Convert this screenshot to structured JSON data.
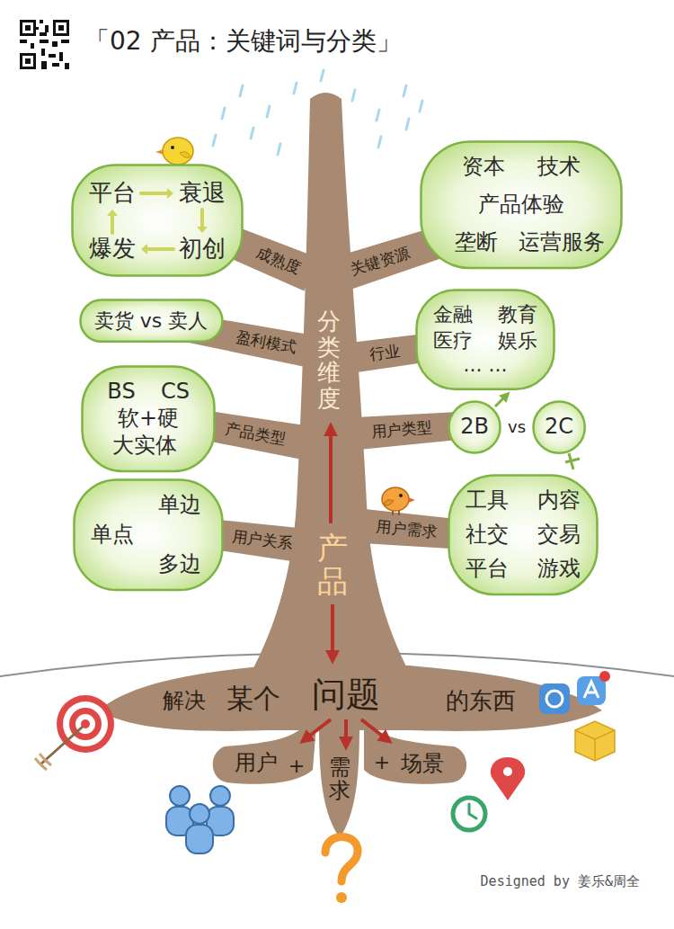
{
  "diagram": {
    "title": "「02 产品：关键词与分类」",
    "nodes": [
      {
        "text": [
          "平台",
          "衰退",
          "爆发",
          "初创"
        ]
      },
      {
        "text": [
          "资本",
          "技术",
          "产品体验",
          "垄断",
          "运营服务"
        ]
      },
      {
        "text": [
          "卖货 vs 卖人"
        ]
      },
      {
        "text": [
          "金融",
          "教育",
          "医疗",
          "娱乐",
          "... ..."
        ]
      },
      {
        "text": [
          "BS",
          "CS",
          "软+硬",
          "大实体"
        ]
      },
      {
        "text": [
          "2B"
        ]
      },
      {
        "text": [
          "2C"
        ]
      },
      {
        "text": [
          "单边",
          "单点",
          "多边"
        ]
      },
      {
        "text": [
          "工具",
          "内容",
          "社交",
          "交易",
          "平台",
          "游戏"
        ]
      }
    ],
    "labels": [
      "成熟度",
      "关键资源",
      "盈利模式",
      "行业",
      "产品类型",
      "用户类型",
      "vs",
      "用户关系",
      "用户需求",
      "分类维度",
      "产品",
      "解决",
      "某个",
      "问题",
      "的东西",
      "用户",
      "+",
      "需求",
      "+",
      "场景",
      "Designed by 姜乐&周全"
    ]
  }
}
